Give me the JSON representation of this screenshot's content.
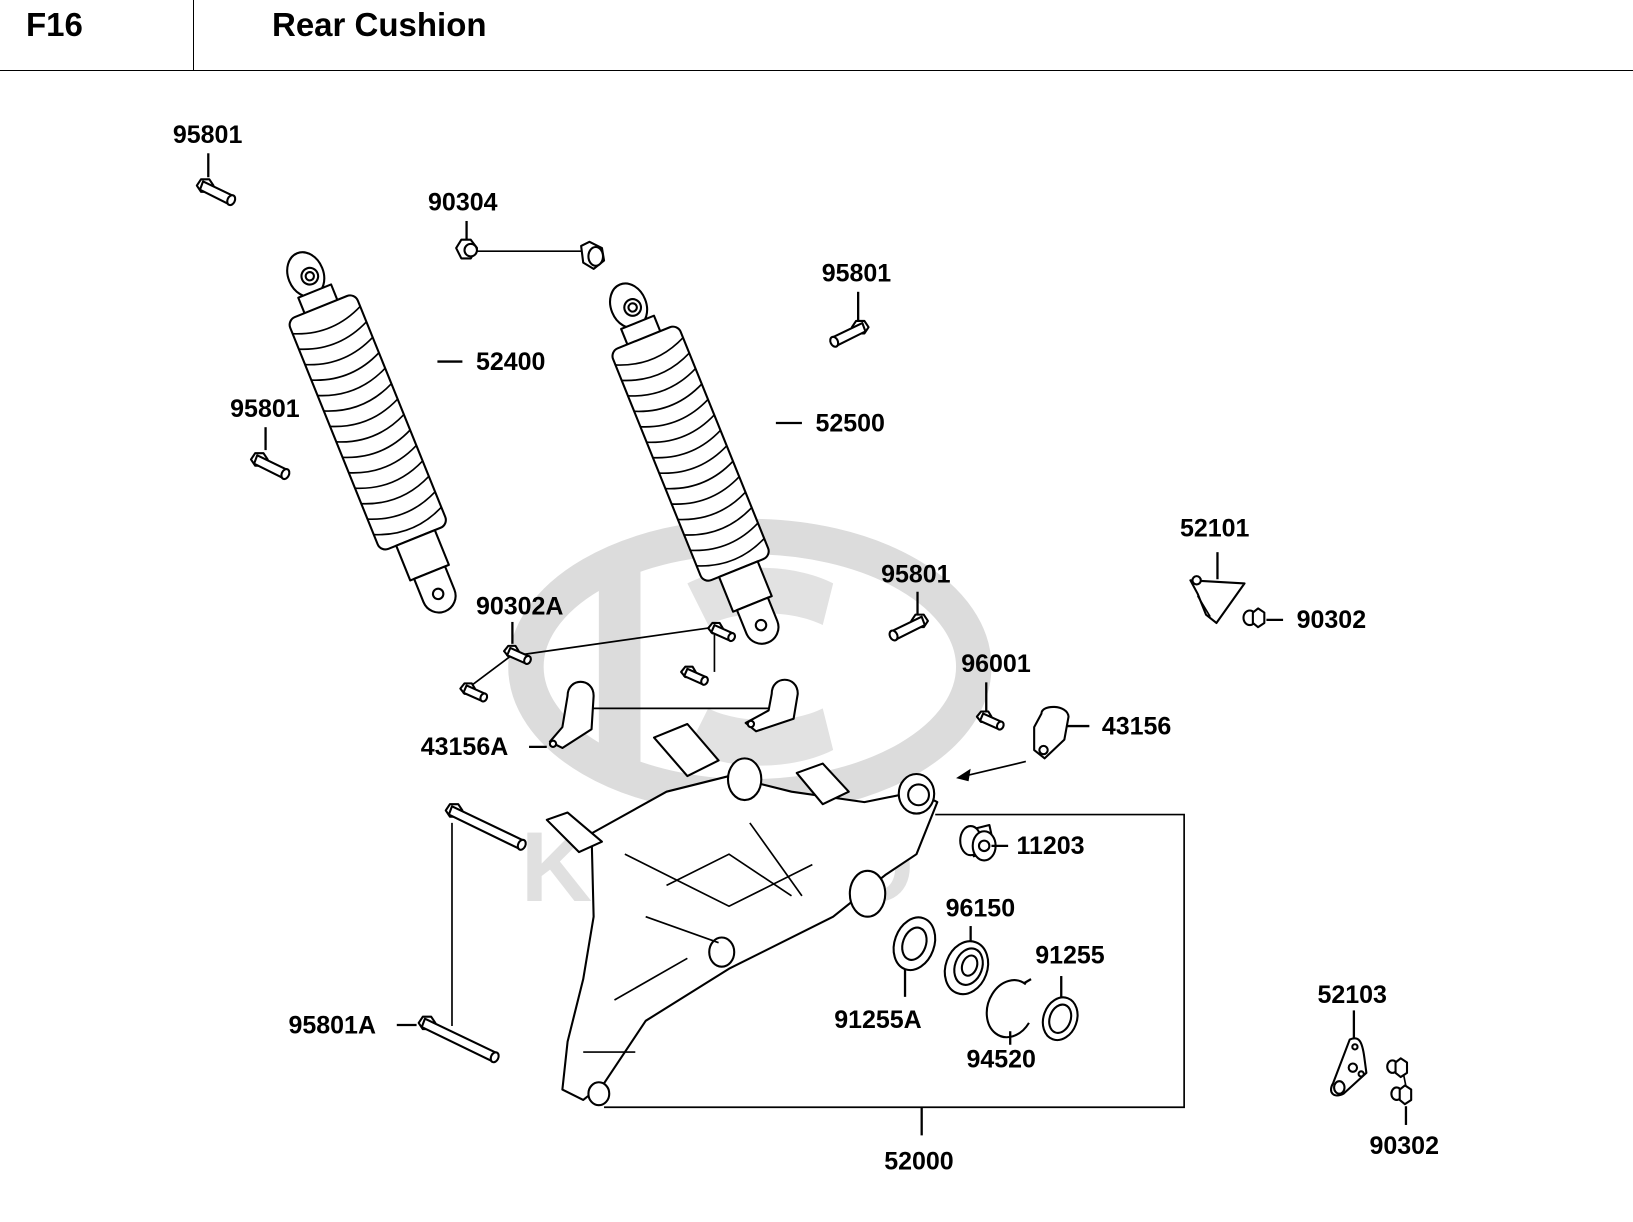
{
  "header": {
    "figure_code": "F16",
    "title": "Rear Cushion"
  },
  "watermark": {
    "brand": "KYMCO",
    "color": "#d9d9d9"
  },
  "parts": [
    {
      "id": "p0",
      "number": "95801",
      "description": "bolt (upper left, shock top mount)"
    },
    {
      "id": "p1",
      "number": "90304",
      "description": "nut (pair, linked)"
    },
    {
      "id": "p2",
      "number": "52400",
      "description": "rear cushion / shock absorber (left)"
    },
    {
      "id": "p3",
      "number": "95801",
      "description": "bolt (left shock lower)"
    },
    {
      "id": "p4",
      "number": "52500",
      "description": "rear cushion / shock absorber (right)"
    },
    {
      "id": "p5",
      "number": "95801",
      "description": "bolt (right shock top)"
    },
    {
      "id": "p6",
      "number": "95801",
      "description": "bolt (right shock lower)"
    },
    {
      "id": "p7",
      "number": "52101",
      "description": "bracket plate"
    },
    {
      "id": "p8",
      "number": "90302",
      "description": "bolt (bracket 52101)"
    },
    {
      "id": "p9",
      "number": "90302A",
      "description": "bolts (group of four)"
    },
    {
      "id": "p10",
      "number": "43156A",
      "description": "hose clamps (pair)"
    },
    {
      "id": "p11",
      "number": "96001",
      "description": "bolt"
    },
    {
      "id": "p12",
      "number": "43156",
      "description": "hose clamp"
    },
    {
      "id": "p13",
      "number": "11203",
      "description": "bushing / collar"
    },
    {
      "id": "p14",
      "number": "96150",
      "description": "ball bearing"
    },
    {
      "id": "p15",
      "number": "91255",
      "description": "oil seal"
    },
    {
      "id": "p16",
      "number": "91255A",
      "description": "oil seal"
    },
    {
      "id": "p17",
      "number": "94520",
      "description": "circlip"
    },
    {
      "id": "p18",
      "number": "95801A",
      "description": "long bolts (pair)"
    },
    {
      "id": "p19",
      "number": "52000",
      "description": "rear fork / swing arm assembly"
    },
    {
      "id": "p20",
      "number": "52103",
      "description": "bracket plate"
    },
    {
      "id": "p21",
      "number": "90302",
      "description": "bolts (bracket 52103)"
    }
  ]
}
